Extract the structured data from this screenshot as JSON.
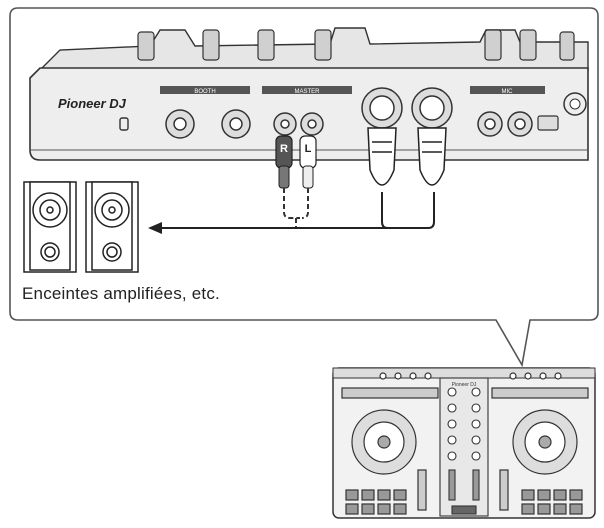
{
  "brand": "Pioneer DJ",
  "panel": {
    "booth_label": "BOOTH",
    "master_label": "MASTER",
    "mic_label": "MIC",
    "right_plug": "R",
    "left_plug": "L"
  },
  "caption": "Enceintes amplifiées, etc.",
  "controller": {
    "brand": "Pioneer DJ"
  }
}
